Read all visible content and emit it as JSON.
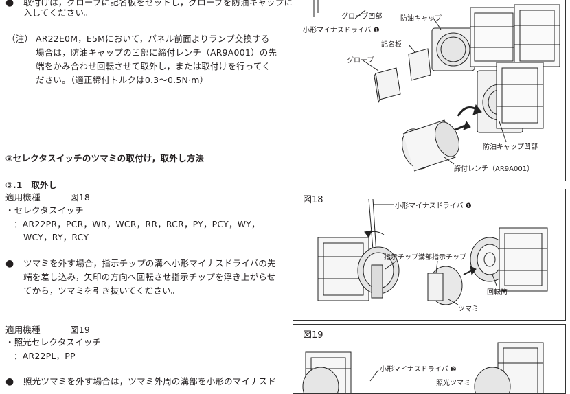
{
  "left": {
    "line_top": "取付けは，グローブに記名板をセットし，グローブを防油キャップに圧",
    "line_top2": "入してください。",
    "note_prefix": "（注）",
    "note_1": "AR22E0M，E5Mにおいて，パネル前面よりランプ交換する",
    "note_2": "場合は，防油キャップの凹部に締付レンチ（AR9A001）の先",
    "note_3": "端をかみ合わせ回転させて取外し，または取付けを行ってく",
    "note_4": "ださい。（適正締付トルクは0.3〜0.5N·m）",
    "section3_title": "③セレクタスイッチのツマミの取付け，取外し方法",
    "section31_title": "③.1　取外し",
    "applicable1_label": "適用機種",
    "applicable1_fig": "図18",
    "type1": "・セレクタスイッチ",
    "models1_a": "：AR22PR，PCR，WR，WCR，RR，RCR，PY，PCY，WY，",
    "models1_b": "WCY，RY，RCY",
    "bullet": "●",
    "para1_a": "ツマミを外す場合，指示チップの溝へ小形マイナスドライバの先",
    "para1_b": "端を差し込み，矢印の方向へ回転させ指示チップを浮き上がらせ",
    "para1_c": "てから，ツマミを引き抜いてください。",
    "applicable2_label": "適用機種",
    "applicable2_fig": "図19",
    "type2": "・照光セレクタスイッチ",
    "models2": "：AR22PL，PP",
    "para2_a": "照光ツマミを外す場合は，ツマミ外周の溝部を小形のマイナスド"
  },
  "fig_top": {
    "driver": "小形マイナスドライバ",
    "driver_num": "❶",
    "globe_recess": "グローブ凹部",
    "oil_cap": "防油キャップ",
    "name_plate": "記名板",
    "globe": "グローブ",
    "oil_cap_recess": "防油キャップ凹部",
    "wrench": "締付レンチ（AR9A001）"
  },
  "fig18": {
    "label": "図18",
    "driver": "小形マイナスドライバ",
    "driver_num": "❶",
    "chip_groove": "指示チップ溝部",
    "chip": "指示チップ",
    "rotor": "回転筒",
    "knob": "ツマミ"
  },
  "fig19": {
    "label": "図19",
    "driver": "小形マイナスドライバ",
    "driver_num": "❷",
    "lit_knob": "照光ツマミ"
  }
}
